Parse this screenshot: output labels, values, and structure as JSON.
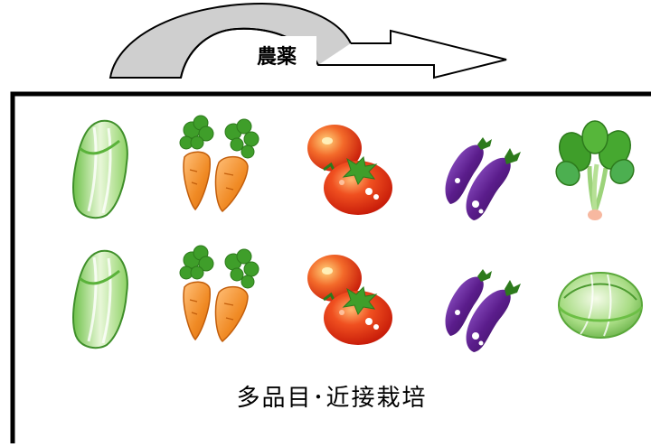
{
  "arrow": {
    "label": "農薬"
  },
  "grid": {
    "rows": [
      [
        "napa-cabbage",
        "carrots",
        "tomatoes",
        "eggplants",
        "komatsuna"
      ],
      [
        "napa-cabbage",
        "carrots",
        "tomatoes",
        "eggplants",
        "cabbage"
      ]
    ]
  },
  "caption": "多品目･近接栽培",
  "colors": {
    "border": "#000000",
    "arrow_fill_left": "#cccccc",
    "arrow_fill_right": "#ffffff",
    "leaf_green": "#4caf50",
    "carrot_orange": "#f08a24",
    "tomato_red": "#e8391a",
    "eggplant_purple": "#5b1d8c"
  }
}
